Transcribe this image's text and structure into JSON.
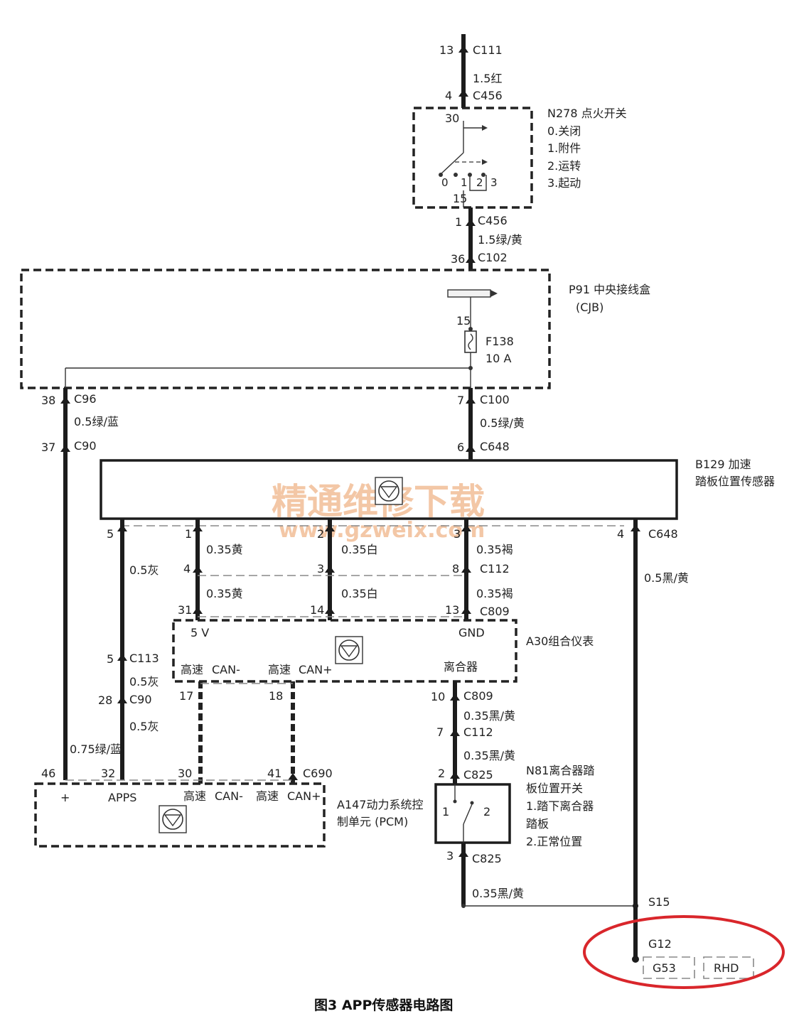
{
  "caption": "图3 APP传感器电路图",
  "watermark": {
    "line1": "精通维修下载",
    "line2": "www.gzweix.com"
  },
  "top": {
    "pin_c111": "13",
    "c111": "C111",
    "wire": "1.5红",
    "pin_c456": "4",
    "c456": "C456"
  },
  "ignition": {
    "name": "N278 点火开关",
    "states": [
      "0.关闭",
      "1.附件",
      "2.运转",
      "3.起动"
    ],
    "pin_in": "30",
    "pin_out": "15",
    "positions": [
      "0",
      "1",
      "2",
      "3"
    ]
  },
  "below_ignition": {
    "pin1": "1",
    "c456": "C456",
    "wire": "1.5绿/黄",
    "pin36": "36",
    "c102": "C102"
  },
  "cjb": {
    "name": "P91  中央接线盒",
    "abbr": "(CJB)",
    "pin15": "15",
    "fuse": "F138",
    "rating": "10 A"
  },
  "cjb_out": {
    "left": {
      "pin38": "38",
      "c96": "C96",
      "wire": "0.5绿/蓝",
      "pin37": "37",
      "c90": "C90"
    },
    "right": {
      "pin7": "7",
      "c100": "C100",
      "wire": "0.5绿/黄",
      "pin6": "6",
      "c648": "C648"
    }
  },
  "b129": {
    "line1": "B129  加速",
    "line2": "踏板位置传感器"
  },
  "b129_pins": {
    "p5": "5",
    "p1": "1",
    "p2": "2",
    "p3": "3",
    "p4": "4",
    "c648": "C648"
  },
  "mid_wires": {
    "w1": "0.35黄",
    "w2": "0.35白",
    "w3": "0.35褐",
    "w5": "0.5灰",
    "w4": "0.5黑/黄",
    "p4": "4",
    "p3": "3",
    "p8": "8",
    "c112": "C112",
    "w1b": "0.35黄",
    "w2b": "0.35白",
    "w3b": "0.35褐",
    "p31": "31",
    "p14": "14",
    "p13": "13",
    "c809": "C809"
  },
  "a30": {
    "name": "A30组合仪表",
    "v5": "5 V",
    "gnd": "GND",
    "hs1": "高速",
    "canm": "CAN-",
    "hs2": "高速",
    "canp": "CAN+",
    "clutch": "离合器"
  },
  "left_wire": {
    "p5": "5",
    "c113": "C113",
    "w1": "0.5灰",
    "p28": "28",
    "c90": "C90",
    "w2": "0.5灰",
    "w3": "0.75绿/蓝"
  },
  "below_a30": {
    "p17": "17",
    "p18": "18",
    "p10": "10",
    "c809": "C809",
    "w1": "0.35黑/黄",
    "p7": "7",
    "c112": "C112",
    "w2": "0.35黑/黄",
    "p2": "2",
    "c825": "C825"
  },
  "pcm_pins": {
    "p46": "46",
    "p32": "32",
    "p30": "30",
    "p41": "41",
    "c690": "C690"
  },
  "pcm": {
    "plus": "+",
    "apps": "APPS",
    "hs1": "高速",
    "canm": "CAN-",
    "hs2": "高速",
    "canp": "CAN+",
    "line1": "A147动力系统控",
    "line2": "制单元 (PCM)"
  },
  "n81": {
    "lines": [
      "N81离合器踏",
      "板位置开关",
      "1.踏下离合器",
      "踏板",
      "2.正常位置"
    ],
    "pos1": "1",
    "pos2": "2"
  },
  "bottom": {
    "p3": "3",
    "c825": "C825",
    "wire": "0.35黑/黄",
    "s15": "S15",
    "g12": "G12",
    "g53": "G53",
    "rhd": "RHD"
  },
  "colors": {
    "highlight_ring": "#d9262b",
    "watermark": "#f3c7a6",
    "wire": "#1c1c1c"
  }
}
